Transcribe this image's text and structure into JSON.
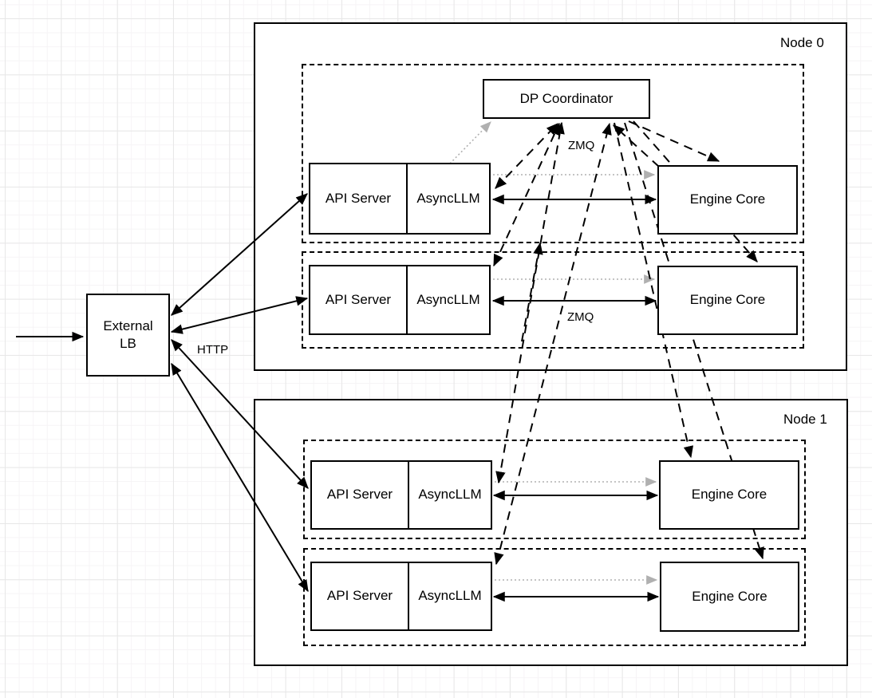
{
  "external_lb": {
    "label": "External LB"
  },
  "edge_labels": {
    "http": "HTTP",
    "zmq_top": "ZMQ",
    "zmq_row2": "ZMQ"
  },
  "node0": {
    "label": "Node 0",
    "coordinator": "DP Coordinator",
    "rows": [
      {
        "api_server": "API Server",
        "async_llm": "AsyncLLM",
        "engine_core": "Engine Core"
      },
      {
        "api_server": "API Server",
        "async_llm": "AsyncLLM",
        "engine_core": "Engine Core"
      }
    ]
  },
  "node1": {
    "label": "Node 1",
    "rows": [
      {
        "api_server": "API Server",
        "async_llm": "AsyncLLM",
        "engine_core": "Engine Core"
      },
      {
        "api_server": "API Server",
        "async_llm": "AsyncLLM",
        "engine_core": "Engine Core"
      }
    ]
  },
  "colors": {
    "line": "#000000",
    "muted_line": "#b0b0b0",
    "box_fill": "#ffffff",
    "grid_major": "#e7e7e7",
    "grid_minor": "#f6f4f6"
  }
}
